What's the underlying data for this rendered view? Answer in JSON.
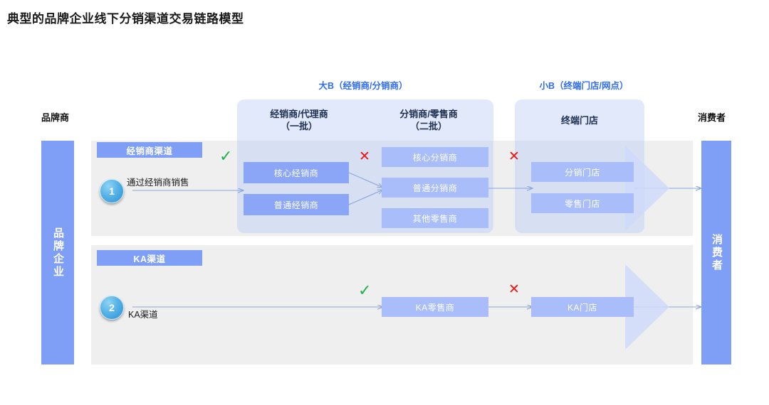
{
  "title": "典型的品牌企业线下分销渠道交易链路模型",
  "groups": {
    "bigB": "大B（经销商/分销商）",
    "smallB": "小B（终端门店/网点）"
  },
  "column_labels": {
    "brand": "品牌商",
    "consumer": "消费者"
  },
  "panels": {
    "dealer": {
      "line1": "经销商/代理商",
      "line2": "（一批）"
    },
    "distributor": {
      "line1": "分销商/零售商",
      "line2": "（二批）"
    },
    "terminal": {
      "line1": "终端门店",
      "line2": ""
    }
  },
  "end_bars": {
    "brand_enterprise": "品牌企业",
    "consumer": "消费者"
  },
  "rows": [
    {
      "tag": "经销商渠道",
      "step_number": "1",
      "step_label": "通过经销商销售",
      "marks": [
        {
          "type": "check",
          "symbol": "✓"
        },
        {
          "type": "cross",
          "symbol": "✕"
        },
        {
          "type": "cross",
          "symbol": "✕"
        }
      ],
      "dealer_nodes": [
        "核心经销商",
        "普通经销商"
      ],
      "distributor_nodes": [
        "核心分销商",
        "普通分销商",
        "其他零售商"
      ],
      "terminal_nodes": [
        "分销门店",
        "零售门店"
      ]
    },
    {
      "tag": "KA渠道",
      "step_number": "2",
      "step_label": "KA渠道",
      "marks": [
        {
          "type": "check",
          "symbol": "✓"
        },
        {
          "type": "cross",
          "symbol": "✕"
        }
      ],
      "retailer_node": "KA零售商",
      "store_node": "KA门店"
    }
  ],
  "colors": {
    "accent_blue": "#7f9ff6",
    "panel_bg": "#e2e9fb",
    "node_dark": "#8ba6f7",
    "node_light": "#a8bdfa",
    "band_bg": "#efefef",
    "group_caption": "#2f6df4",
    "check_green": "#22b14c",
    "cross_red": "#f01414",
    "arrow_blue": "#8ba4d8"
  }
}
